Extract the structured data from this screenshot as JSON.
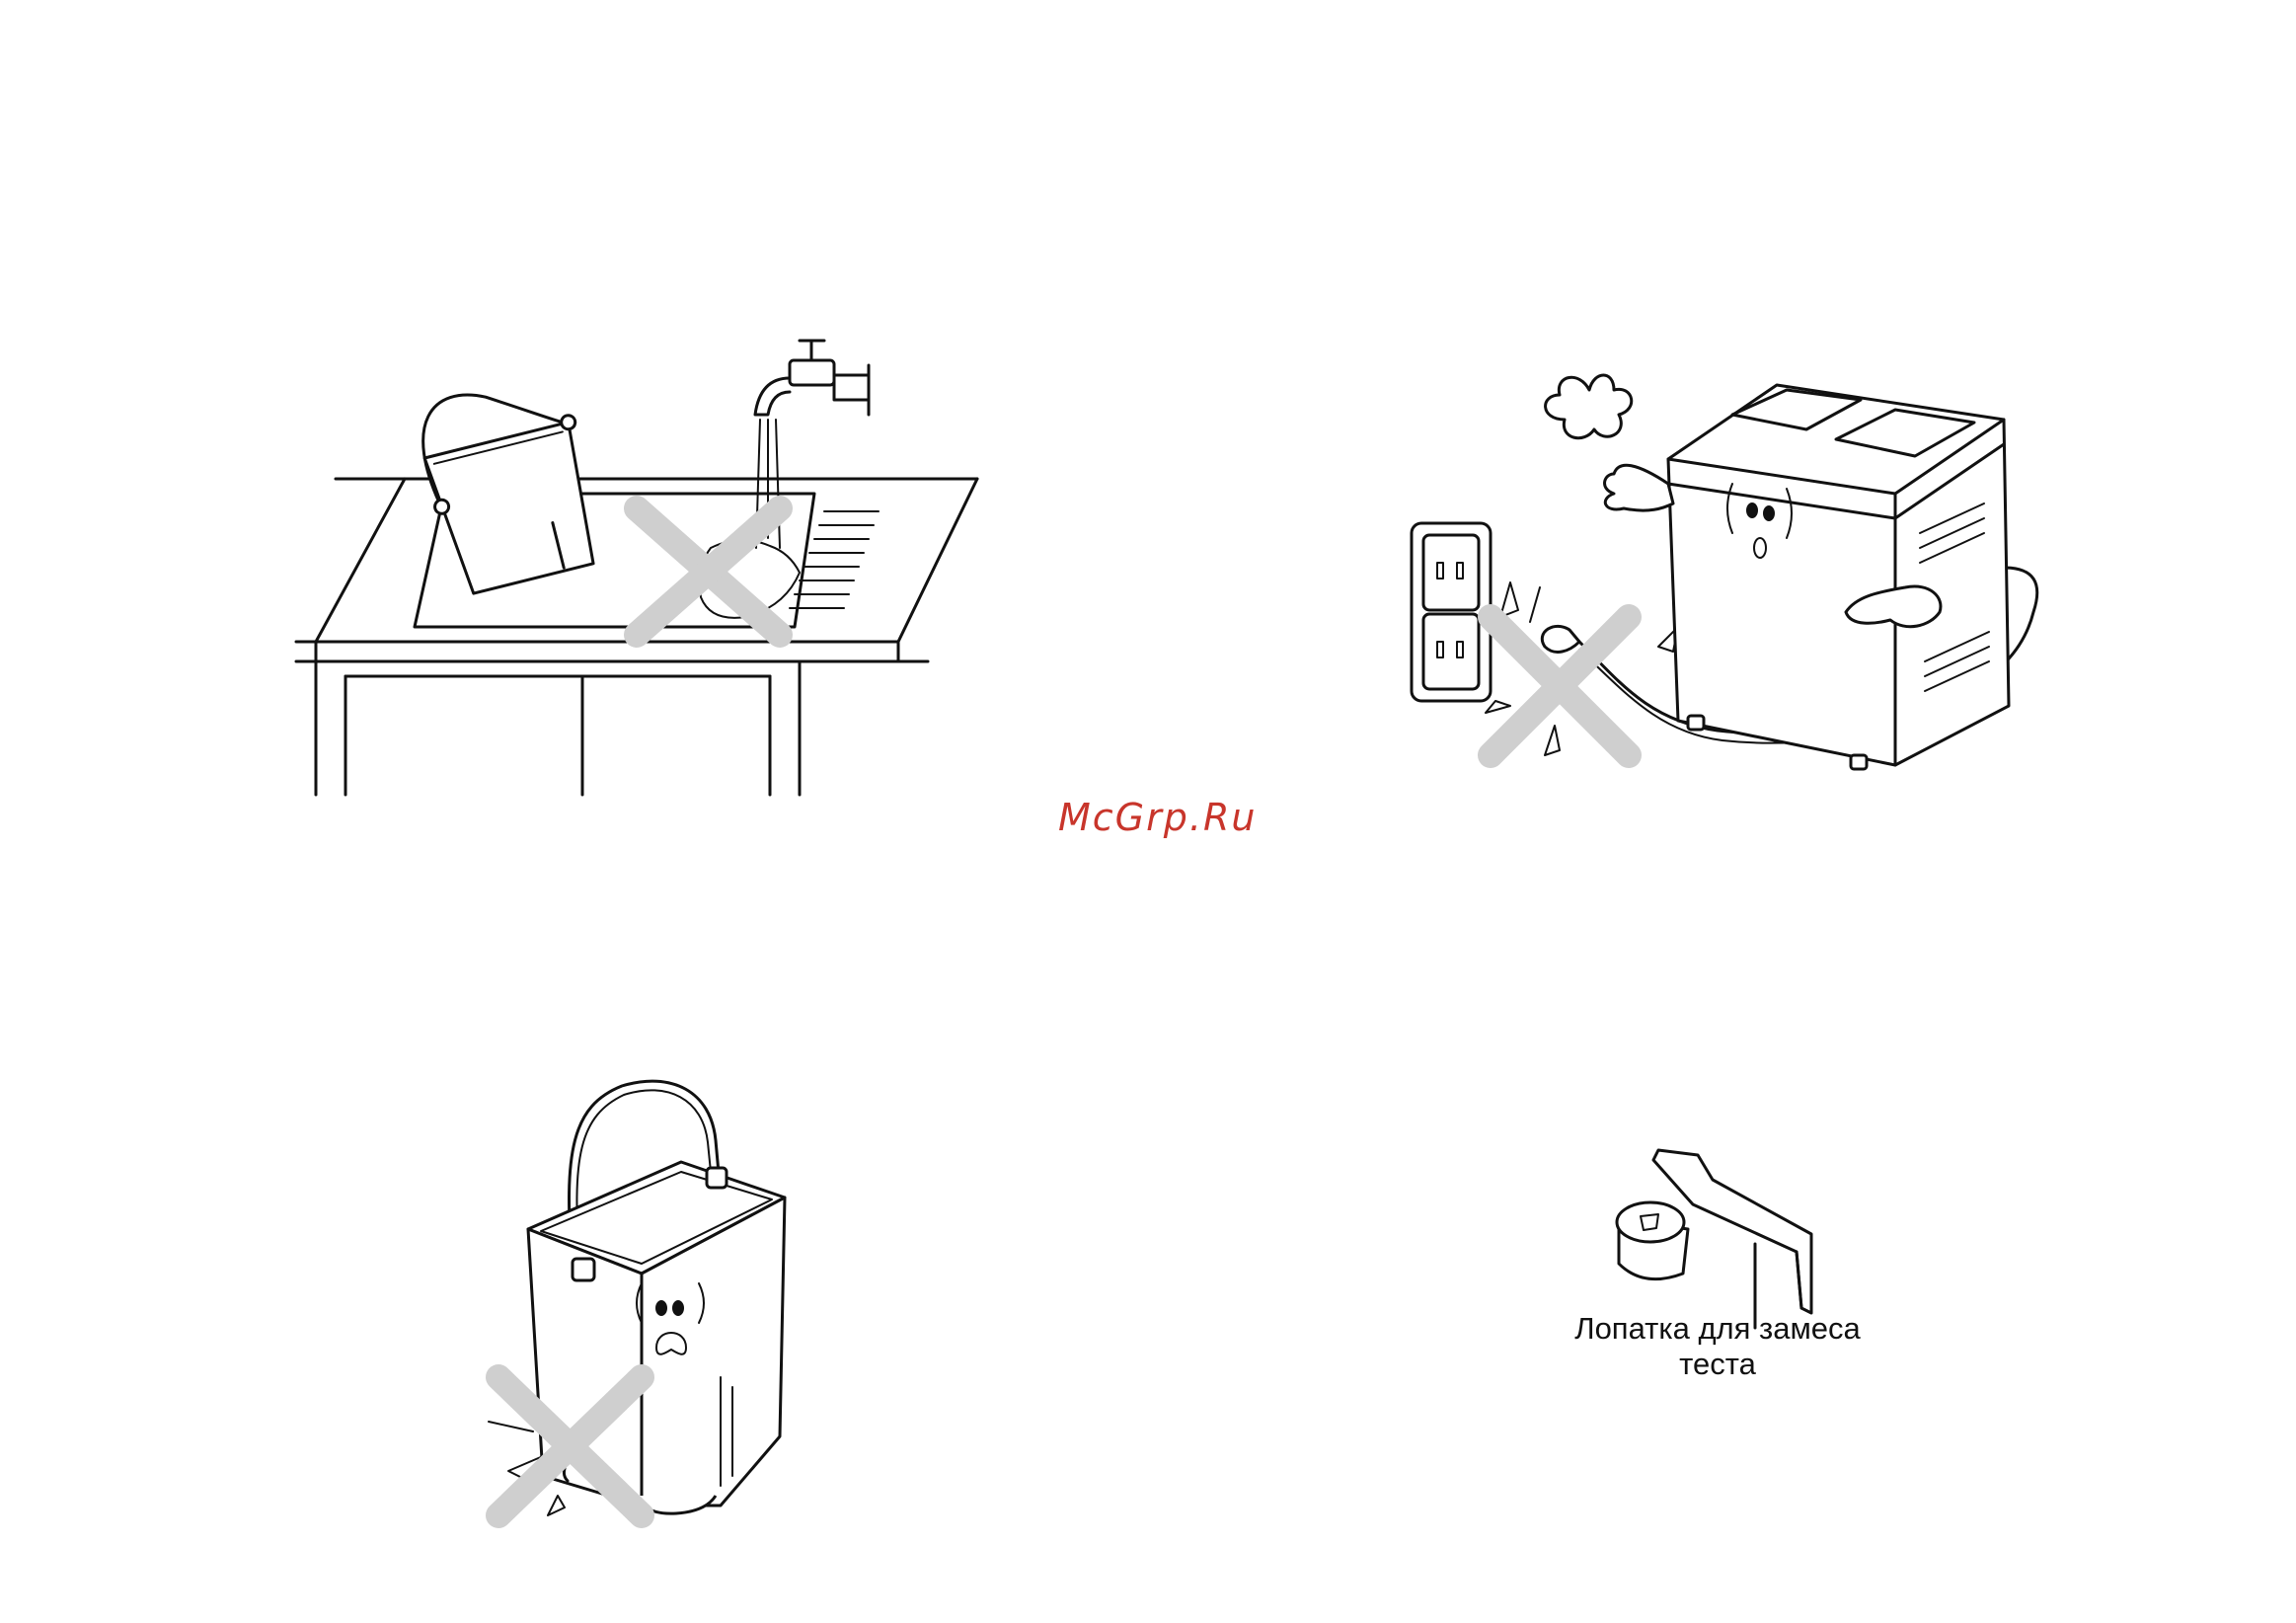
{
  "watermark": {
    "text": "McGrp.Ru",
    "color": "#c8352b"
  },
  "figures": {
    "sink": {
      "icon": "washing-pan-in-sink-prohibited-icon"
    },
    "outlet": {
      "icon": "unplug-by-pulling-cord-prohibited-icon"
    },
    "pan": {
      "icon": "damaged-baking-pan-prohibited-icon"
    },
    "paddle": {
      "icon": "kneading-paddle-icon",
      "caption_line1": "Лопатка для замеса",
      "caption_line2": "теста"
    }
  },
  "prohibition_color": "#cfcfcf"
}
